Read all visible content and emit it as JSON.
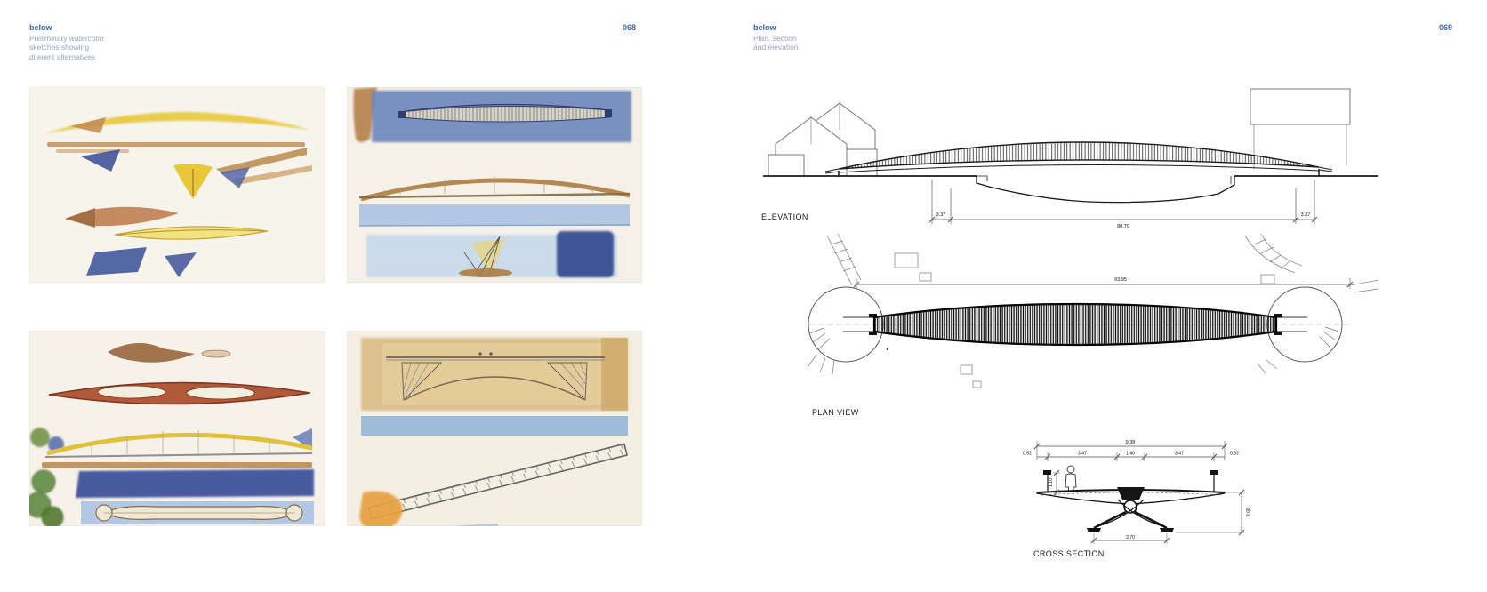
{
  "colors": {
    "accent_blue": "#3a62a8",
    "caption_muted": "#94a3bc",
    "ink": "#1a1a1a"
  },
  "left_page": {
    "page_number": "068",
    "caption": {
      "heading": "below",
      "line1": "Preliminary watercolor",
      "line2": "sketches showing",
      "line3": "di erent alternatives"
    }
  },
  "right_page": {
    "page_number": "069",
    "caption": {
      "heading": "below",
      "line1": "Plan, section",
      "line2": "and elevation"
    },
    "elevation": {
      "label": "ELEVATION",
      "dim_left": "3.37",
      "dim_span": "80.79",
      "dim_right": "3.37"
    },
    "plan": {
      "label": "PLAN VIEW",
      "dim_overall": "93.95"
    },
    "cross_section": {
      "label": "CROSS SECTION",
      "dim_overall": "9.38",
      "dim_edge_left": "0.52",
      "dim_walkway_left": "3.47",
      "dim_center": "1.40",
      "dim_walkway_right": "3.47",
      "dim_edge_right": "0.52",
      "dim_railing": "1.10",
      "dim_depth": "2.08",
      "dim_base": "3.70"
    }
  }
}
